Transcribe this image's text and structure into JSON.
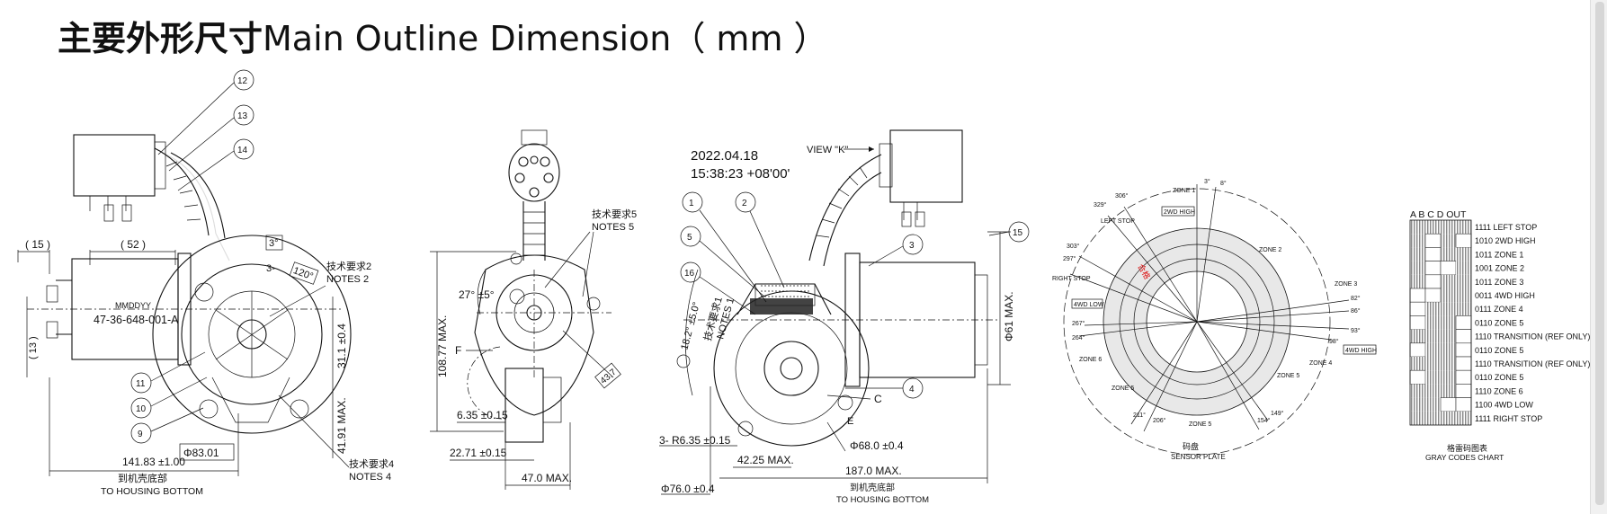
{
  "title": {
    "zh": "主要外形尺寸",
    "en": "Main Outline Dimension（ mm ）"
  },
  "view1": {
    "callouts": [
      "12",
      "13",
      "14",
      "11",
      "10",
      "9"
    ],
    "dims": {
      "d15": "( 15 )",
      "d52": "( 52 )",
      "d13": "( 13 )",
      "d3": "3°",
      "d3b": "3-",
      "d120": "120°",
      "d31": "31.1 ±0.4",
      "d41": "41.91 MAX.",
      "d141": "141.83 ±1.00",
      "d83": "Φ83.01"
    },
    "labels": {
      "mmddyy": "MMDDYY",
      "part": "47-36-648-001-A",
      "note2_zh": "技术要求2",
      "note2": "NOTES 2",
      "note4_zh": "技术要求4",
      "note4": "NOTES 4",
      "housing_zh": "到机壳底部",
      "housing": "TO HOUSING BOTTOM"
    }
  },
  "view2": {
    "dims": {
      "d108": "108.77 MAX.",
      "d27": "27° ±5°",
      "d635": "6.35 ±0.15",
      "d2271": "22.71 ±0.15",
      "d47": "47.0 MAX.",
      "d37": "43.7"
    },
    "labels": {
      "F": "F",
      "note5_zh": "技术要求5",
      "note5": "NOTES 5"
    }
  },
  "view3": {
    "datetime": [
      "2022.04.18",
      "15:38:23 +08'00'"
    ],
    "callouts": [
      "1",
      "2",
      "5",
      "16",
      "3",
      "4",
      "15"
    ],
    "dims": {
      "d182": "18.2° ±5.0°",
      "r635": "3- R6.35 ±0.15",
      "d4225": "42.25 MAX.",
      "d68": "Φ68.0 ±0.4",
      "d76": "Φ76.0 ±0.4",
      "d187": "187.0 MAX.",
      "d61": "Φ61 MAX."
    },
    "labels": {
      "viewk": "VIEW \"K\"",
      "note1_zh": "技术要求1",
      "note1": "NOTES 1",
      "C": "C",
      "E": "E",
      "housing_zh": "到机壳底部",
      "housing": "TO HOUSING BOTTOM"
    }
  },
  "sensor": {
    "angles": [
      "3°",
      "8°",
      "306°",
      "329°",
      "303°",
      "297°",
      "267°",
      "264°",
      "211°",
      "206°",
      "154°",
      "149°",
      "82°",
      "86°",
      "93°",
      "98°"
    ],
    "zones": [
      "ZONE 1",
      "ZONE 2",
      "ZONE 3",
      "ZONE 4",
      "ZONE 5",
      "ZONE 5",
      "ZONE 5",
      "ZONE 6"
    ],
    "stops": [
      "LEFT STOP",
      "RIGHT STOP",
      "2WD HIGH",
      "4WD LOW",
      "4WD HIGH"
    ],
    "stamp": "合格",
    "caption_zh": "码盘",
    "caption": "SENSOR PLATE"
  },
  "gray": {
    "header": "A  B  C  D OUT",
    "rows": [
      {
        "code": "1111",
        "label": "LEFT STOP"
      },
      {
        "code": "1010",
        "label": "2WD HIGH"
      },
      {
        "code": "1011",
        "label": "ZONE 1"
      },
      {
        "code": "1001",
        "label": "ZONE 2"
      },
      {
        "code": "1011",
        "label": "ZONE 3"
      },
      {
        "code": "0011",
        "label": "4WD HIGH"
      },
      {
        "code": "0111",
        "label": "ZONE 4"
      },
      {
        "code": "0110",
        "label": "ZONE 5"
      },
      {
        "code": "1110",
        "label": "TRANSITION (REF ONLY)"
      },
      {
        "code": "0110",
        "label": "ZONE 5"
      },
      {
        "code": "1110",
        "label": "TRANSITION (REF ONLY)"
      },
      {
        "code": "0110",
        "label": "ZONE 5"
      },
      {
        "code": "1110",
        "label": "ZONE 6"
      },
      {
        "code": "1100",
        "label": "4WD LOW"
      },
      {
        "code": "1111",
        "label": "RIGHT STOP"
      }
    ],
    "caption_zh": "格雷码图表",
    "caption": "GRAY CODES CHART"
  }
}
